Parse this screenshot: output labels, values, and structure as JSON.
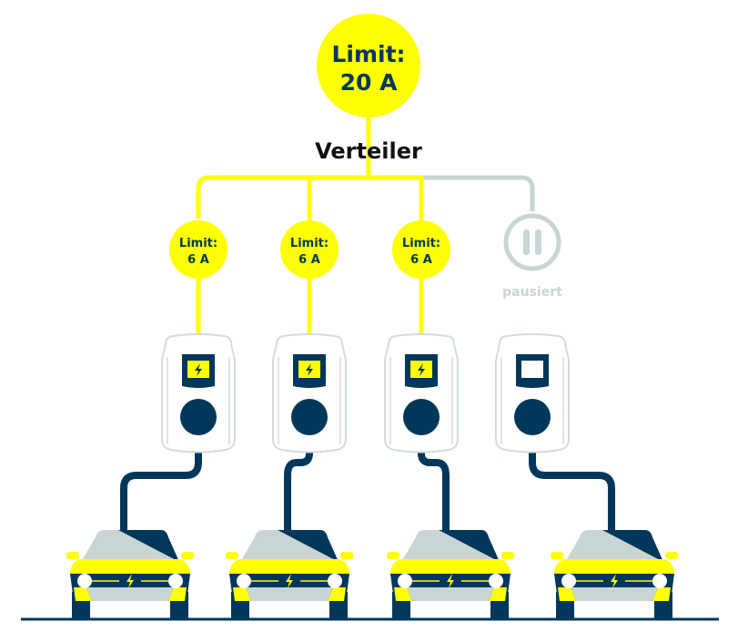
{
  "colors": {
    "yellow": "#ffff00",
    "navy": "#00375a",
    "gray": "#c9d5d5",
    "gray_text": "#c9d5d5",
    "charger_outline": "#d4dcdc",
    "white": "#ffffff",
    "black": "#111111"
  },
  "main_limit": {
    "line1": "Limit:",
    "line2": "20 A"
  },
  "distributor_label": "Verteiler",
  "branches": [
    {
      "state": "active",
      "limit_line1": "Limit:",
      "limit_line2": "6 A",
      "charger_display": "charging"
    },
    {
      "state": "active",
      "limit_line1": "Limit:",
      "limit_line2": "6 A",
      "charger_display": "charging"
    },
    {
      "state": "active",
      "limit_line1": "Limit:",
      "limit_line2": "6 A",
      "charger_display": "charging"
    },
    {
      "state": "paused",
      "status_label": "pausiert",
      "icon": "pause-icon",
      "charger_display": "idle"
    }
  ]
}
